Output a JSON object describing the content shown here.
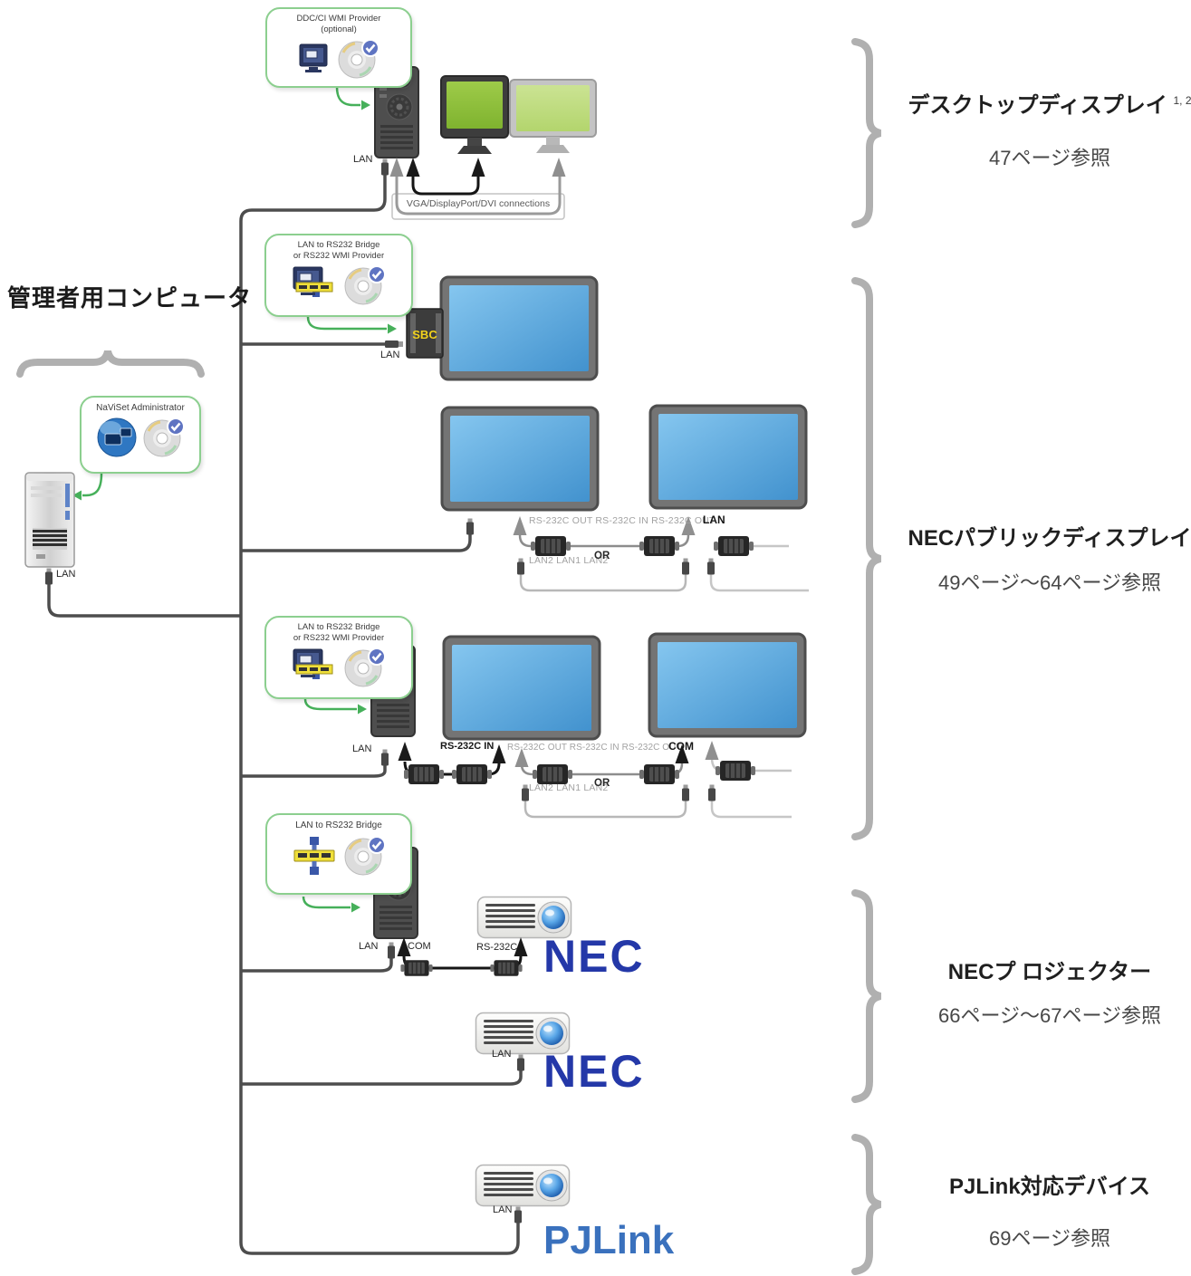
{
  "colors": {
    "nec_blue": "#2438a8",
    "pjlink_blue": "#3a71bd",
    "box_green": "#8ccf8f",
    "arrow_green": "#46b05a",
    "screen_blue": "#4a9ad2",
    "screen_green": "#8cbf3f",
    "brace_gray": "#b0b0b0"
  },
  "admin": {
    "title": "管理者用コンピュータ",
    "box_title": "NaViSet Administrator",
    "lan": "LAN"
  },
  "desktop": {
    "box_line1": "DDC/CI WMI Provider",
    "box_line2": "(optional)",
    "lan": "LAN",
    "vga": "VGA/DisplayPort/DVI connections",
    "title": "デスクトップディスプレイ",
    "title_sup": "1, 2",
    "subtitle": "47ページ参照"
  },
  "public": {
    "bridge1_line1": "LAN to RS232 Bridge",
    "bridge1_line2": "or RS232 WMI Provider",
    "bridge2_line1": "LAN to RS232 Bridge",
    "bridge2_line2": "or RS232 WMI Provider",
    "sbc": "SBC",
    "sbc_lan": "LAN",
    "row2_ports": "RS-232C OUT RS-232C IN RS-232C OUT",
    "row2_lan": "LAN",
    "row2_chain": "LAN2 LAN1 LAN2",
    "row2_or": "OR",
    "tower_lan": "LAN",
    "row3_in": "RS-232C IN",
    "row3_ports": "RS-232C OUT RS-232C IN RS-232C OUT",
    "row3_com": "COM",
    "row3_chain": "LAN2 LAN1 LAN2",
    "row3_or": "OR",
    "title": "NECパブリックディスプレイ",
    "subtitle": "49ページ〜64ページ参照"
  },
  "projectors": {
    "bridge_title": "LAN to RS232 Bridge",
    "lan": "LAN",
    "com": "COM",
    "rs232c": "RS-232C",
    "logo": "NEC",
    "lan2": "LAN",
    "title": "NECプ ロジェクター",
    "subtitle": "66ページ〜67ページ参照"
  },
  "pjlink": {
    "lan": "LAN",
    "logo": "PJLink",
    "title": "PJLink対応デバイス",
    "subtitle": "69ページ参照"
  }
}
